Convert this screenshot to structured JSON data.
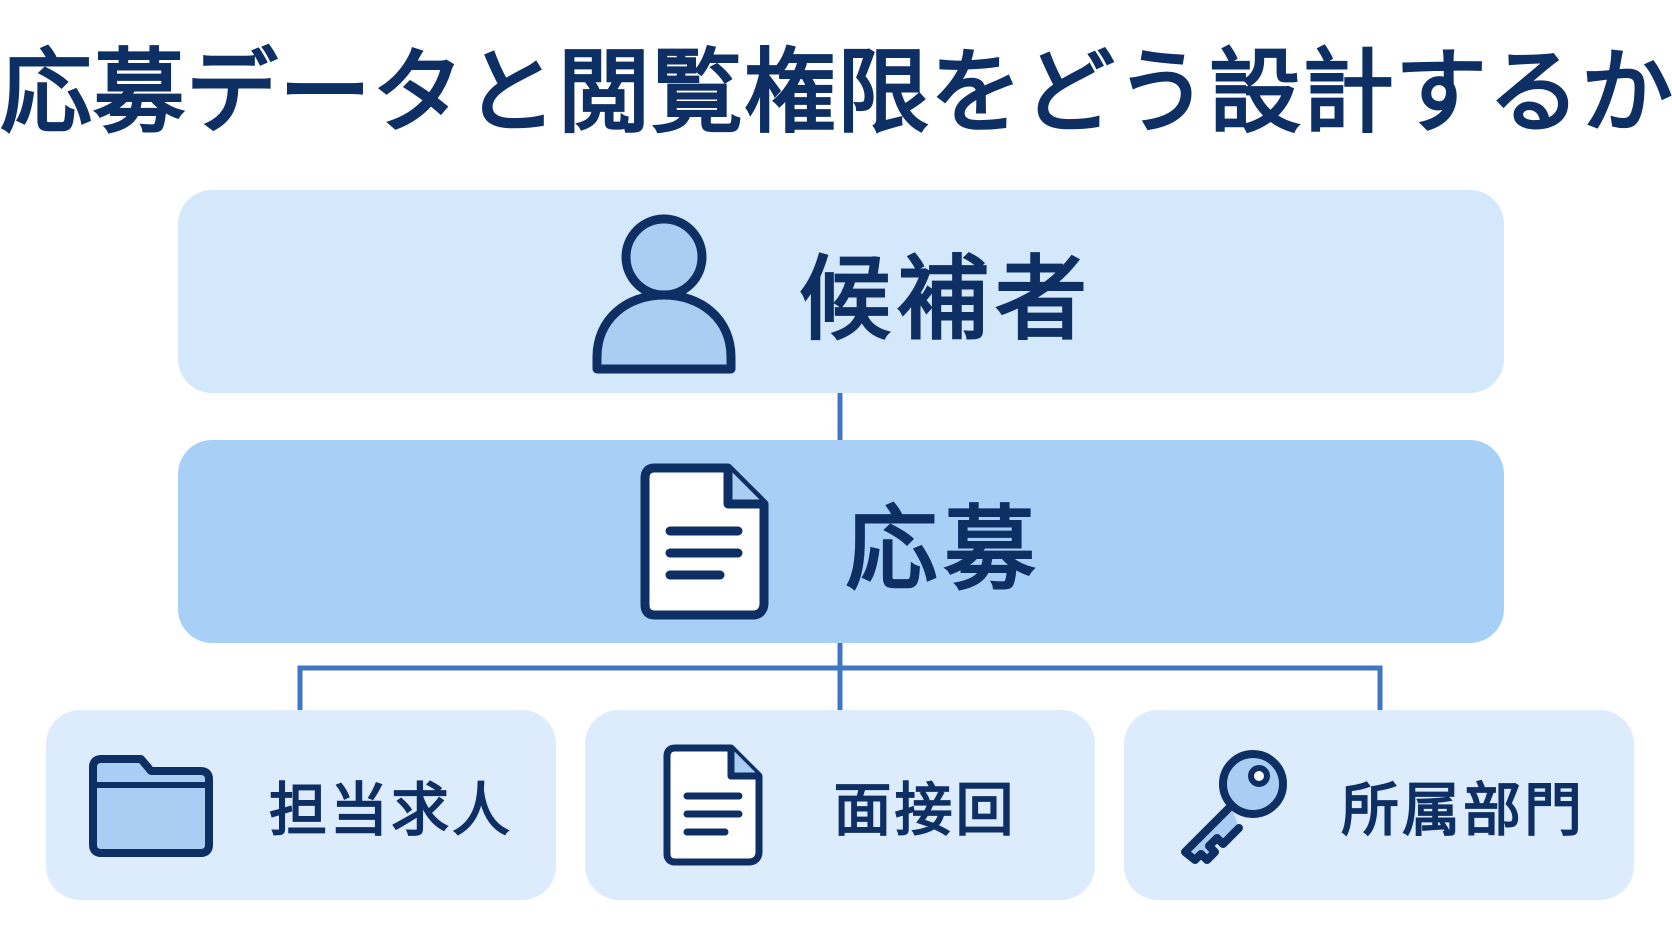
{
  "title": "応募データと閲覧権限をどう設計するか",
  "nodes": {
    "candidate": {
      "label": "候補者",
      "icon": "person-icon"
    },
    "application": {
      "label": "応募",
      "icon": "document-icon"
    },
    "children": [
      {
        "label": "担当求人",
        "icon": "folder-icon"
      },
      {
        "label": "面接回",
        "icon": "document-icon"
      },
      {
        "label": "所属部門",
        "icon": "key-icon"
      }
    ]
  },
  "colors": {
    "title": "#0e2f63",
    "candidate_box": "#d3e8fb",
    "application_box": "#a8d0f7",
    "child_box": "#dcecfc",
    "connector": "#3f77c4",
    "icon_fill": "#a9cdf3",
    "icon_stroke": "#0e2f63"
  }
}
